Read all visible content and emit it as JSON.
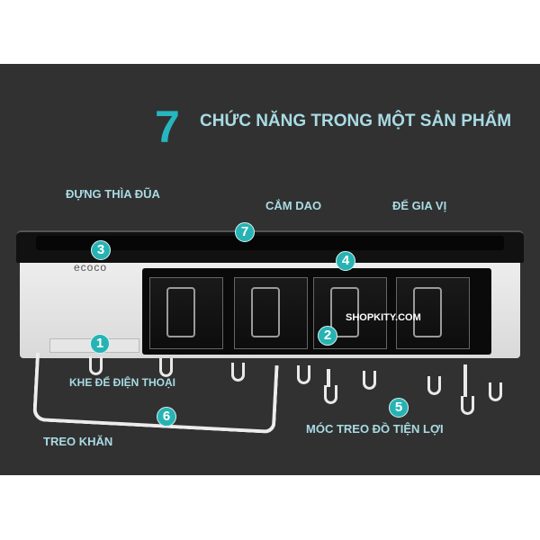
{
  "title": {
    "number": "7",
    "text": "CHỨC NĂNG TRONG MỘT SẢN PHẨM"
  },
  "labels": {
    "spoon": "ĐỰNG THÌA ĐŨA",
    "knife": "CẮM DAO",
    "spice": "ĐỂ GIA VỊ",
    "phone": "KHE ĐỂ ĐIỆN THOẠI",
    "towel": "TREO KHĂN",
    "hooks": "MÓC TREO ĐỒ TIỆN LỢI"
  },
  "badges": {
    "b1": "1",
    "b2": "2",
    "b3": "3",
    "b4": "4",
    "b5": "5",
    "b6": "6",
    "b7": "7"
  },
  "brand": "ecoco",
  "watermark": "SHOPKITY.COM",
  "colors": {
    "accent": "#27b3b3",
    "label": "#a9dbe4",
    "background": "#313131"
  }
}
